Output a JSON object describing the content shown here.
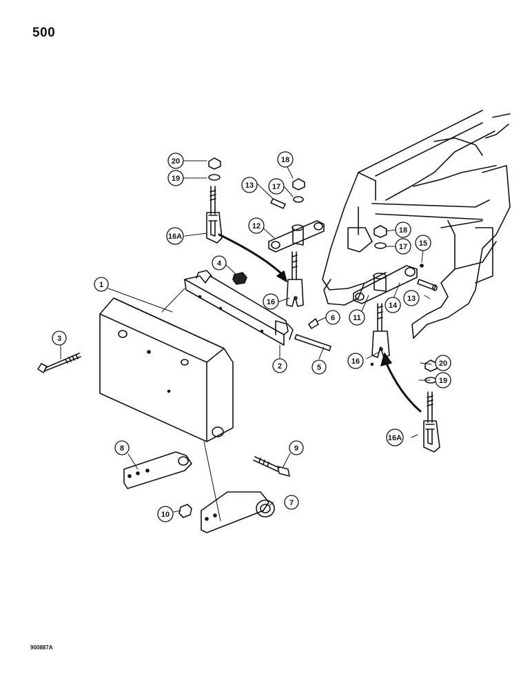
{
  "page_number": "500",
  "drawing_code": "900887A",
  "callouts": [
    {
      "id": "c1",
      "label": "1"
    },
    {
      "id": "c2",
      "label": "2"
    },
    {
      "id": "c3",
      "label": "3"
    },
    {
      "id": "c4",
      "label": "4"
    },
    {
      "id": "c5",
      "label": "5"
    },
    {
      "id": "c6",
      "label": "6"
    },
    {
      "id": "c7",
      "label": "7"
    },
    {
      "id": "c8",
      "label": "8"
    },
    {
      "id": "c9",
      "label": "9"
    },
    {
      "id": "c10",
      "label": "10"
    },
    {
      "id": "c11",
      "label": "11"
    },
    {
      "id": "c12",
      "label": "12"
    },
    {
      "id": "c13a",
      "label": "13"
    },
    {
      "id": "c13b",
      "label": "13"
    },
    {
      "id": "c14",
      "label": "14"
    },
    {
      "id": "c15",
      "label": "15"
    },
    {
      "id": "c16a",
      "label": "16"
    },
    {
      "id": "c16b",
      "label": "16"
    },
    {
      "id": "c16Aa",
      "label": "16A"
    },
    {
      "id": "c16Ab",
      "label": "16A"
    },
    {
      "id": "c17a",
      "label": "17"
    },
    {
      "id": "c17b",
      "label": "17"
    },
    {
      "id": "c18a",
      "label": "18"
    },
    {
      "id": "c18b",
      "label": "18"
    },
    {
      "id": "c19a",
      "label": "19"
    },
    {
      "id": "c19b",
      "label": "19"
    },
    {
      "id": "c20a",
      "label": "20"
    },
    {
      "id": "c20b",
      "label": "20"
    }
  ]
}
